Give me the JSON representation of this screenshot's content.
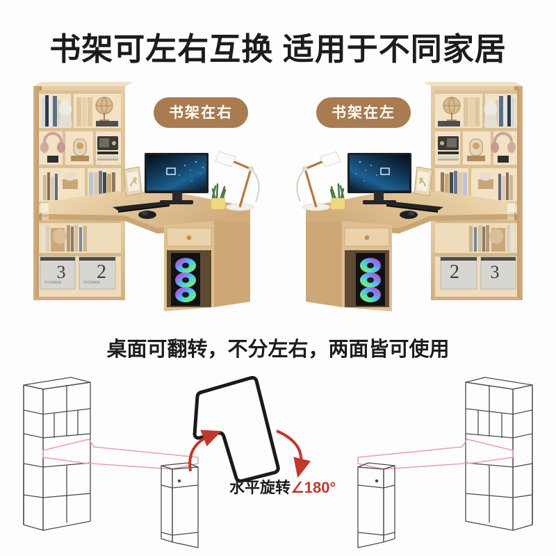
{
  "background_color": "#fdfdfd",
  "headings": {
    "main_title": "书架可左右互换 适用于不同家居",
    "sub_title": "桌面可翻转，不分左右，两面皆可使用",
    "title_color": "#1c1c1c"
  },
  "badges": {
    "color": "#a87b50",
    "text_color": "#ffffff",
    "left": "书架在右",
    "right": "书架在左"
  },
  "product_photos": {
    "left": {
      "label": "书架在右",
      "description": "转角书桌书架组合，书架在左侧立面",
      "bookcase_items": [
        "书籍",
        "石膏胸像",
        "文件夹",
        "地球仪",
        "耳机",
        "座钟",
        "复古收音机",
        "绿植筐",
        "相框"
      ],
      "storage_bins": [
        "3",
        "2"
      ],
      "desk_items": [
        "显示器",
        "键盘",
        "鼠标",
        "台灯",
        "多肉植物",
        "相框"
      ],
      "pc_tower": "RGB风扇主机"
    },
    "right": {
      "label": "书架在左",
      "description": "转角书桌书架组合，书架在右侧立面（镜像）",
      "bookcase_items": [
        "地球仪",
        "文件夹",
        "石膏胸像",
        "书籍",
        "复古收音机",
        "座钟",
        "耳机",
        "绿植筐",
        "相框"
      ],
      "storage_bins": [
        "2",
        "3"
      ],
      "desk_items": [
        "显示器",
        "键盘",
        "鼠标",
        "台灯",
        "多肉植物",
        "相框"
      ],
      "pc_tower": "RGB风扇主机"
    }
  },
  "rotation": {
    "label_text": "水平旋转",
    "angle_text": "∠180°",
    "angle_color": "#c0392b",
    "arrow_color": "#c0392b"
  },
  "colors": {
    "wood_light": "#e8cfa5",
    "wood_mid": "#d9b98a",
    "wood_dark": "#c09d6d",
    "wood_shadow": "#b08a58",
    "screen_dark": "#0a1828",
    "screen_blue": "#1e5a8a",
    "line_gray": "#4a4a4a",
    "desk_outline_pink": "#e8a0a8",
    "bin_gray": "#d8d6d1"
  }
}
